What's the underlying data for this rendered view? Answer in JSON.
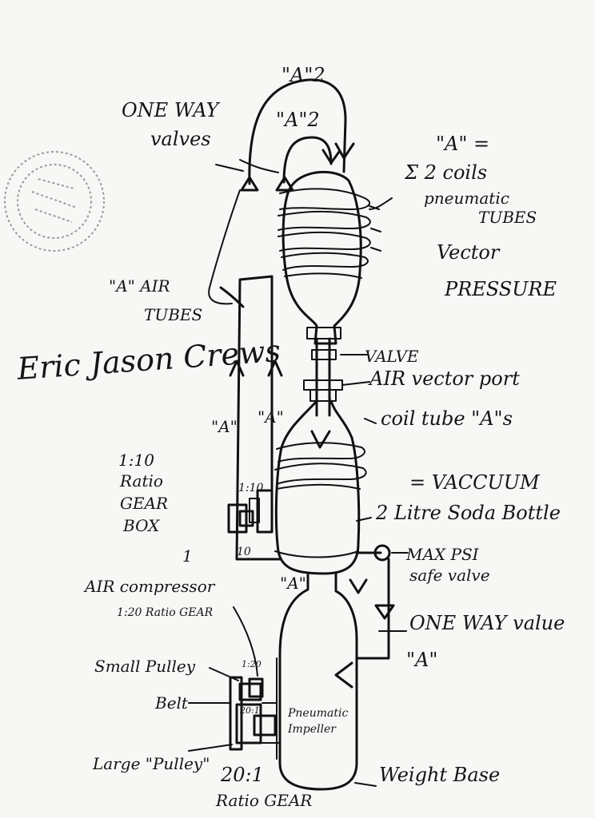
{
  "labels": {
    "a2_top": "\"A\"2",
    "a2_inner": "\"A\"2",
    "one_way_valves": [
      "ONE WAY",
      "valves"
    ],
    "a_definition": [
      "\"A\" =",
      "Σ 2 coils",
      "pneumatic",
      "TUBES",
      "Vector",
      "PRESSURE"
    ],
    "a_air_tubes": [
      "\"A\" AIR",
      "TUBES"
    ],
    "valve": "VALVE",
    "air_vector_port": "AIR vector port",
    "coil_tube": "coil tube \"A\"s",
    "a_left": "\"A\"",
    "a_mid": "\"A\"",
    "a_lower": "\"A\"",
    "a_right": "\"A\"",
    "vacuum": "= VACCUUM",
    "ratio_gear_box": [
      "1:10",
      "Ratio",
      "GEAR",
      "BOX"
    ],
    "gear_ratio_small": "1:10",
    "gear_one": "1",
    "gear_ten": "10",
    "soda_bottle": "2 Litre Soda Bottle",
    "max_psi": [
      "MAX PSI",
      "safe valve"
    ],
    "one_way_value": "ONE WAY value",
    "air_compressor": [
      "AIR compressor",
      "1:20 Ratio GEAR"
    ],
    "small_pulley": "Small Pulley",
    "belt": "Belt",
    "large_pulley": "Large \"Pulley\"",
    "gear_120": "1:20",
    "gear_201": "20:1",
    "pneumatic_impeller": [
      "Pneumatic",
      "Impeller"
    ],
    "ratio_20_1": [
      "20:1",
      "Ratio GEAR"
    ],
    "weight_base": "Weight Base"
  },
  "signature": "Eric Jason Crews",
  "stamp": "stamp-seal"
}
